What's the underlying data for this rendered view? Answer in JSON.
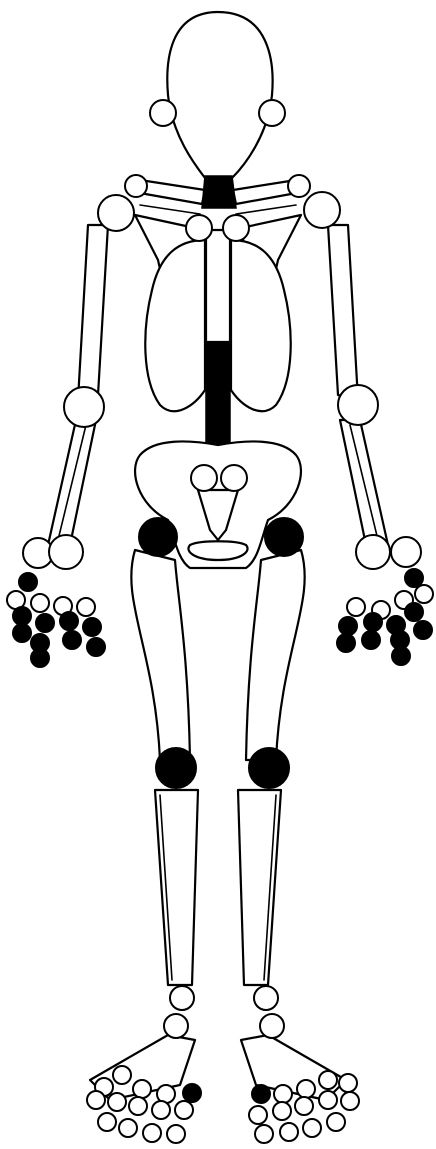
{
  "figure": {
    "style": {
      "outline": "#000000",
      "bone_fill": "#ffffff"
    },
    "joint_states": {
      "normal": "#ffffff",
      "affected": "#000000"
    },
    "joints": {
      "jaw-left": "normal",
      "jaw-right": "normal",
      "sternoclavicular-left": "normal",
      "sternoclavicular-right": "normal",
      "shoulder-left": "normal",
      "shoulder-right": "normal",
      "acromioclavicular-left": "normal",
      "acromioclavicular-right": "normal",
      "elbow-left": "normal",
      "elbow-right": "normal",
      "wrist-left-a": "normal",
      "wrist-left-b": "normal",
      "wrist-right-a": "normal",
      "wrist-right-b": "normal",
      "sacroiliac-left": "normal",
      "sacroiliac-right": "normal",
      "hip-left": "affected",
      "hip-right": "affected",
      "knee-left": "affected",
      "knee-right": "affected",
      "ankle-left": "normal",
      "ankle-right": "normal",
      "tarsal-left": "normal",
      "tarsal-right": "normal"
    },
    "hand_left": {
      "mcp": [
        "affected",
        "normal",
        "normal",
        "normal",
        "normal"
      ],
      "pip": [
        "affected",
        "affected",
        "affected",
        "affected",
        "affected"
      ],
      "dip": [
        "affected",
        "affected",
        "affected",
        "affected"
      ]
    },
    "hand_right": {
      "mcp": [
        "affected",
        "normal",
        "normal",
        "normal",
        "normal"
      ],
      "pip": [
        "affected",
        "affected",
        "affected",
        "affected",
        "affected"
      ],
      "dip": [
        "affected",
        "affected",
        "affected",
        "affected"
      ]
    },
    "foot_left": {
      "mtp": [
        "normal",
        "normal",
        "normal",
        "normal",
        "affected"
      ],
      "pip": [
        "normal",
        "normal",
        "normal",
        "normal",
        "normal"
      ],
      "dip": [
        "normal",
        "normal",
        "normal",
        "normal"
      ]
    },
    "foot_right": {
      "mtp": [
        "affected",
        "normal",
        "normal",
        "normal",
        "normal"
      ],
      "pip": [
        "normal",
        "normal",
        "normal",
        "normal",
        "normal"
      ],
      "dip": [
        "normal",
        "normal",
        "normal",
        "normal"
      ]
    },
    "spine_segments": {
      "cervical": "affected",
      "lumbar": "affected"
    }
  }
}
